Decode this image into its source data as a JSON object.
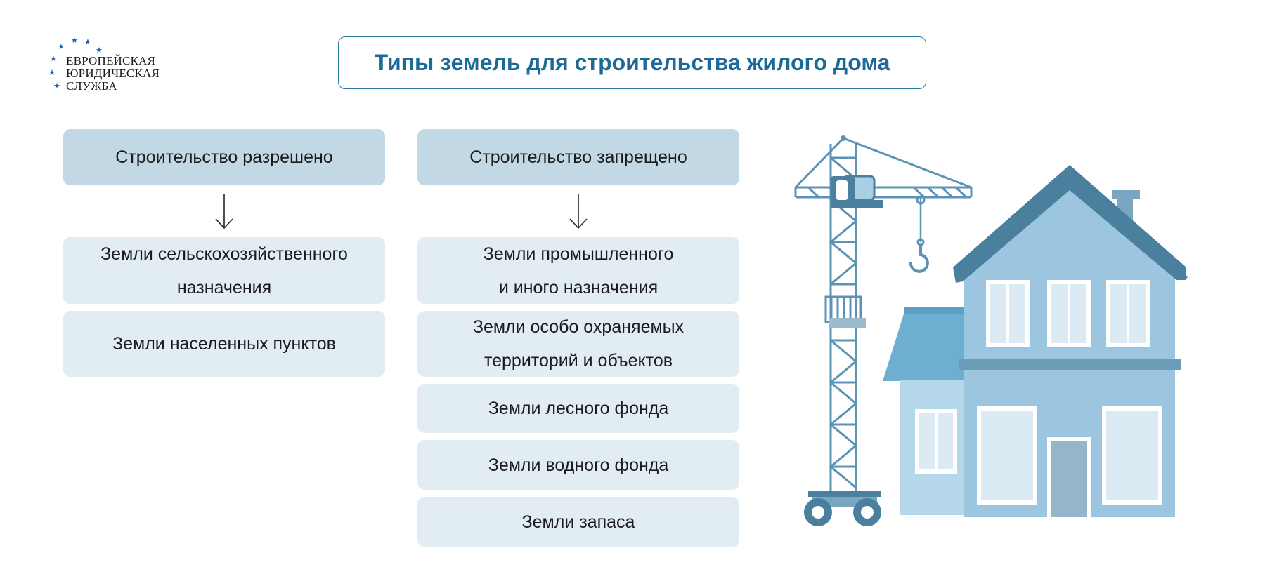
{
  "logo": {
    "lines": [
      "ЕВРОПЕЙСКАЯ",
      "ЮРИДИЧЕСКАЯ",
      "СЛУЖБА"
    ],
    "star_color": "#1c5fb8"
  },
  "title": "Типы земель для строительства жилого дома",
  "columns": [
    {
      "heading": "Строительство разрешено",
      "items": [
        [
          "Земли сельскохозяйственного",
          "назначения"
        ],
        [
          "Земли населенных пунктов"
        ]
      ]
    },
    {
      "heading": "Строительство запрещено",
      "items": [
        [
          "Земли промышленного",
          "и иного назначения"
        ],
        [
          "Земли особо охраняемых",
          "территорий и объектов"
        ],
        [
          "Земли лесного фонда"
        ],
        [
          "Земли водного фонда"
        ],
        [
          "Земли запаса"
        ]
      ]
    }
  ],
  "colors": {
    "title": "#1e6a96",
    "header_fill": "#c2d9e5",
    "card_fill": "#e1ecf3",
    "house_wall": "#9cc6df",
    "house_roof": "#4a7f9e",
    "crane": "#5b93b5"
  },
  "icons": [
    "arrow-down-icon",
    "crane-illustration",
    "house-illustration"
  ]
}
